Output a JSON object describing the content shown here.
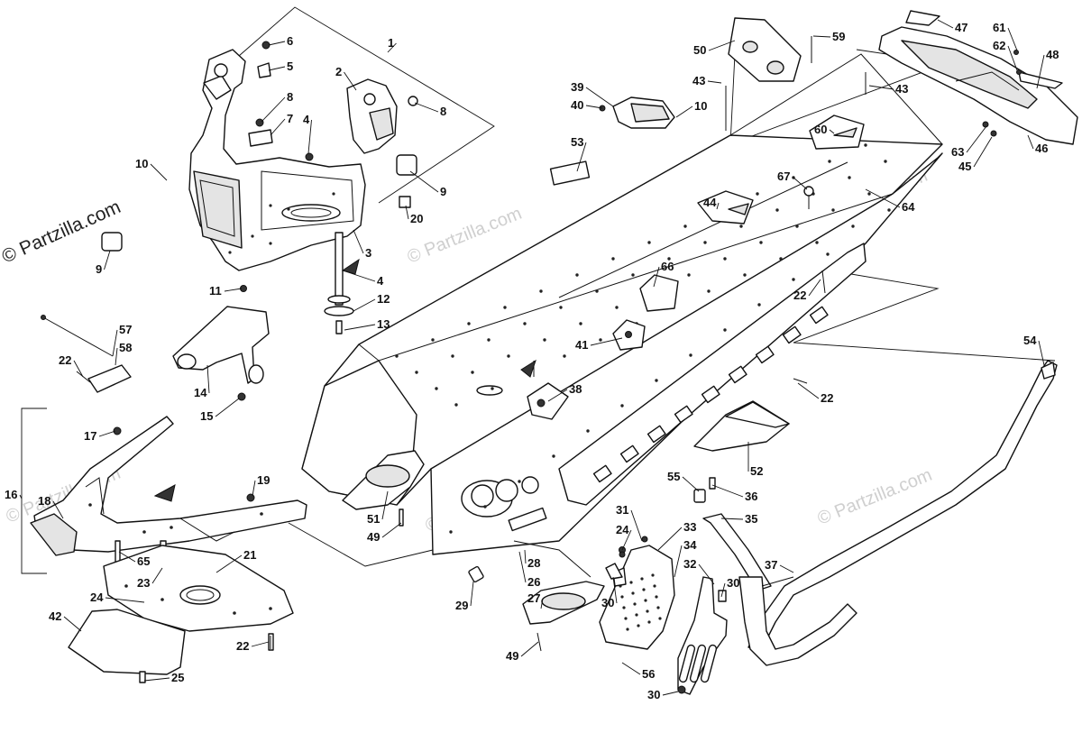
{
  "watermarks": {
    "main": "© Partzilla.com",
    "faded": "© Partzilla.com"
  },
  "callouts": [
    {
      "id": "c1",
      "text": "1"
    },
    {
      "id": "c2",
      "text": "2"
    },
    {
      "id": "c3",
      "text": "3"
    },
    {
      "id": "c4a",
      "text": "4"
    },
    {
      "id": "c4b",
      "text": "4"
    },
    {
      "id": "c5",
      "text": "5"
    },
    {
      "id": "c6",
      "text": "6"
    },
    {
      "id": "c7",
      "text": "7"
    },
    {
      "id": "c8a",
      "text": "8"
    },
    {
      "id": "c8b",
      "text": "8"
    },
    {
      "id": "c9a",
      "text": "9"
    },
    {
      "id": "c9b",
      "text": "9"
    },
    {
      "id": "c10a",
      "text": "10"
    },
    {
      "id": "c10b",
      "text": "10"
    },
    {
      "id": "c11",
      "text": "11"
    },
    {
      "id": "c12",
      "text": "12"
    },
    {
      "id": "c13",
      "text": "13"
    },
    {
      "id": "c14",
      "text": "14"
    },
    {
      "id": "c15",
      "text": "15"
    },
    {
      "id": "c16",
      "text": "16"
    },
    {
      "id": "c17",
      "text": "17"
    },
    {
      "id": "c18",
      "text": "18"
    },
    {
      "id": "c19",
      "text": "19"
    },
    {
      "id": "c20",
      "text": "20"
    },
    {
      "id": "c21",
      "text": "21"
    },
    {
      "id": "c22a",
      "text": "22"
    },
    {
      "id": "c22b",
      "text": "22"
    },
    {
      "id": "c22c",
      "text": "22"
    },
    {
      "id": "c22d",
      "text": "22"
    },
    {
      "id": "c23",
      "text": "23"
    },
    {
      "id": "c24a",
      "text": "24"
    },
    {
      "id": "c24b",
      "text": "24"
    },
    {
      "id": "c25",
      "text": "25"
    },
    {
      "id": "c26",
      "text": "26"
    },
    {
      "id": "c27",
      "text": "27"
    },
    {
      "id": "c28",
      "text": "28"
    },
    {
      "id": "c29",
      "text": "29"
    },
    {
      "id": "c30a",
      "text": "30"
    },
    {
      "id": "c30b",
      "text": "30"
    },
    {
      "id": "c30c",
      "text": "30"
    },
    {
      "id": "c31",
      "text": "31"
    },
    {
      "id": "c32",
      "text": "32"
    },
    {
      "id": "c33",
      "text": "33"
    },
    {
      "id": "c34",
      "text": "34"
    },
    {
      "id": "c35",
      "text": "35"
    },
    {
      "id": "c36",
      "text": "36"
    },
    {
      "id": "c37",
      "text": "37"
    },
    {
      "id": "c38",
      "text": "38"
    },
    {
      "id": "c39",
      "text": "39"
    },
    {
      "id": "c40",
      "text": "40"
    },
    {
      "id": "c41",
      "text": "41"
    },
    {
      "id": "c42",
      "text": "42"
    },
    {
      "id": "c43a",
      "text": "43"
    },
    {
      "id": "c43b",
      "text": "43"
    },
    {
      "id": "c44",
      "text": "44"
    },
    {
      "id": "c45",
      "text": "45"
    },
    {
      "id": "c46",
      "text": "46"
    },
    {
      "id": "c47",
      "text": "47"
    },
    {
      "id": "c48",
      "text": "48"
    },
    {
      "id": "c49a",
      "text": "49"
    },
    {
      "id": "c49b",
      "text": "49"
    },
    {
      "id": "c50",
      "text": "50"
    },
    {
      "id": "c51",
      "text": "51"
    },
    {
      "id": "c52",
      "text": "52"
    },
    {
      "id": "c53",
      "text": "53"
    },
    {
      "id": "c54",
      "text": "54"
    },
    {
      "id": "c55",
      "text": "55"
    },
    {
      "id": "c56",
      "text": "56"
    },
    {
      "id": "c57",
      "text": "57"
    },
    {
      "id": "c58",
      "text": "58"
    },
    {
      "id": "c59",
      "text": "59"
    },
    {
      "id": "c60",
      "text": "60"
    },
    {
      "id": "c61",
      "text": "61"
    },
    {
      "id": "c62",
      "text": "62"
    },
    {
      "id": "c63",
      "text": "63"
    },
    {
      "id": "c64",
      "text": "64"
    },
    {
      "id": "c65",
      "text": "65"
    },
    {
      "id": "c66",
      "text": "66"
    },
    {
      "id": "c67",
      "text": "67"
    }
  ]
}
